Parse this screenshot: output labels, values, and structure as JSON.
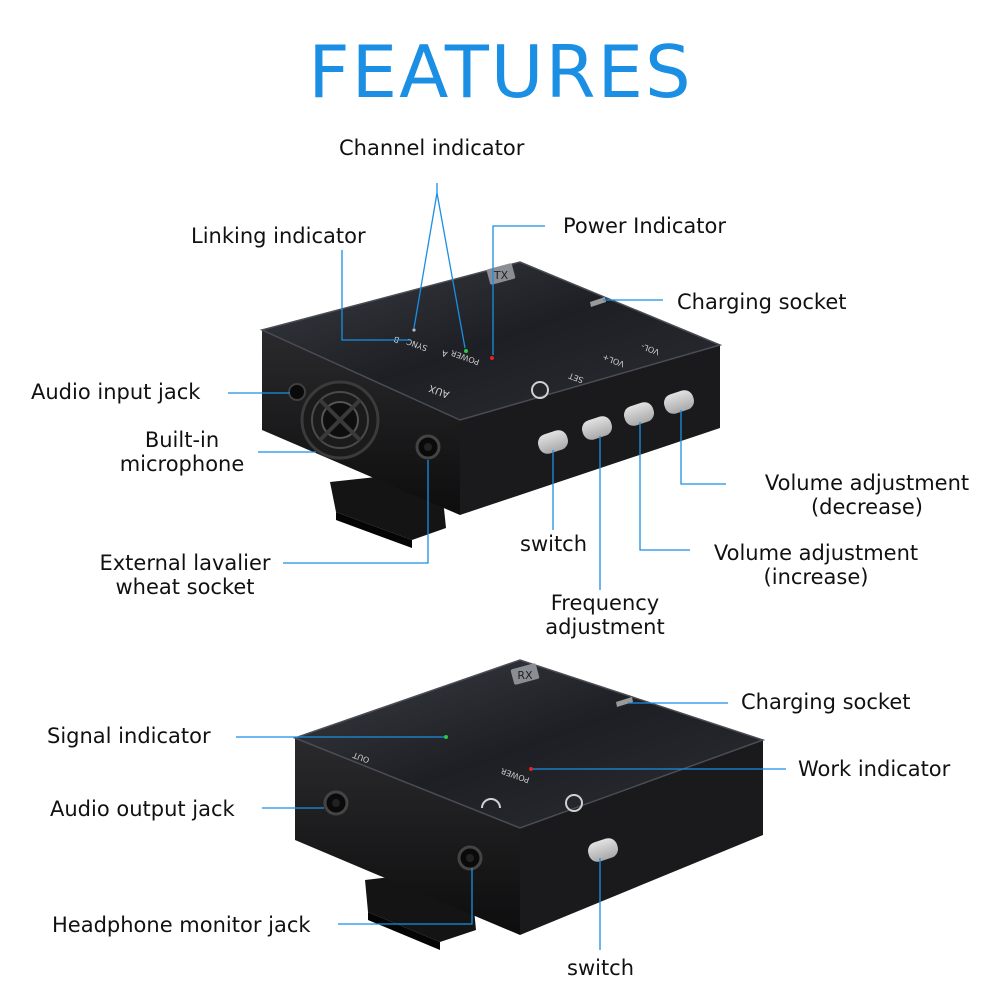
{
  "title": "FEATURES",
  "colors": {
    "title": "#1a8fe3",
    "leader_lines": "#1a8fe3",
    "device_body": "#111111",
    "button": "#c9c9c9"
  },
  "tx_device": {
    "face_text": {
      "badge": "TX",
      "power": "POWER",
      "a": "A",
      "sync": "SYNC",
      "b": "B",
      "vol_minus": "VOL-",
      "vol_plus": "VOL+",
      "set": "SET",
      "aux": "AUX"
    },
    "labels": {
      "channel_indicator": "Channel indicator",
      "linking_indicator": "Linking indicator",
      "power_indicator": "Power Indicator",
      "charging_socket": "Charging socket",
      "audio_input_jack": "Audio input jack",
      "built_in_line1": "Built-in",
      "built_in_line2": "microphone",
      "external_line1": "External lavalier",
      "external_line2": "wheat socket",
      "switch": "switch",
      "frequency_line1": "Frequency",
      "frequency_line2": "adjustment",
      "vol_inc_line1": "Volume adjustment",
      "vol_inc_line2": "(increase)",
      "vol_dec_line1": "Volume adjustment",
      "vol_dec_line2": "(decrease)"
    }
  },
  "rx_device": {
    "face_text": {
      "badge": "RX",
      "power": "POWER",
      "out": "OUT"
    },
    "labels": {
      "charging_socket": "Charging socket",
      "signal_indicator": "Signal indicator",
      "work_indicator": "Work indicator",
      "audio_output_jack": "Audio output jack",
      "headphone_monitor_jack": "Headphone monitor jack",
      "switch": "switch"
    }
  }
}
